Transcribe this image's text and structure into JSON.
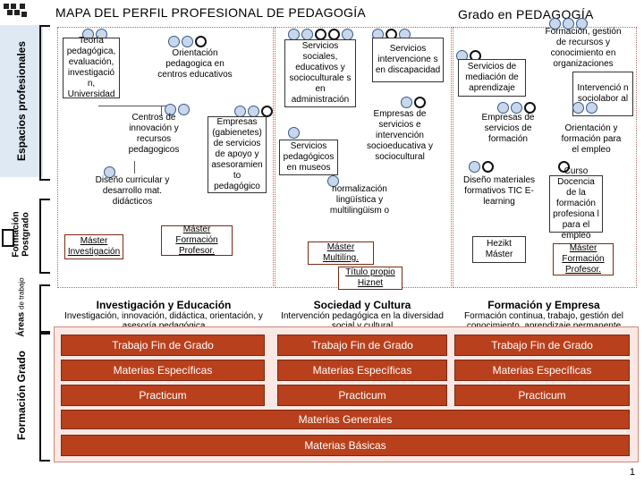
{
  "header": {
    "title": "MAPA DEL PERFIL PROFESIONAL DE PEDAGOGÍA",
    "grado_title": "Grado en PEDAGOGÍA"
  },
  "side_labels": {
    "espacios": "Espacios profesionales",
    "formacion_postgrado_1": "Formación",
    "formacion_postgrado_2": "Postgrado",
    "areas_1": "Áreas",
    "areas_2": "de trabajo",
    "formacion_grado": "Formación Grado"
  },
  "col1": {
    "teoria": "Teoría pedagógica, evaluación, investigació n, Universidad",
    "orientacion": "Orientación pedagogica en centros educativos",
    "centros": "Centros de innovación y recursos pedagogicos",
    "empresas_gab": "Empresas (gabienetes) de servicios de apoyo y asesoramien to pedagógico",
    "diseno": "Diseño curricular y desarrollo mat. didácticos",
    "master_inv": "Máster Investigación",
    "master_prof": "Máster Formación Profesor."
  },
  "col2": {
    "servicios_soc": "Servicios sociales, educativos y socioculturale s en administración",
    "servicios_int": "Servicios intervencione s en discapacidad",
    "empresas_int": "Empresas de servicios e intervención socioeducativa y sociocultural",
    "servicios_ped": "Servicios pedagógicos en museos",
    "normalizacion": "normalización lingüística y multilingüism o",
    "master_multi": "Máster Multilíng.",
    "titulo_hiznet": "Título propio Hiznet"
  },
  "col3": {
    "mediacion": "Servicios de mediación de aprendizaje",
    "formacion_gestion": "Formación, gestión de recursos y conocimiento en organizaciones",
    "intervencion": "Intervenció n sociolabor al",
    "empresas_form": "Empresas de servicios de formación",
    "orientacion_empleo": "Orientación y formación para el empleo",
    "diseno_tic": "Diseño materiales formativos TIC E-learning",
    "curso_docencia": "Curso Docencia de la formación profesiona l para el empleo",
    "hezikt": "Hezikt Máster",
    "master_prof": "Máster Formación Profesor."
  },
  "areas": [
    {
      "head": "Investigación y Educación",
      "sub": "Investigación, innovación, didáctica, orientación, y asesoría pedagógica"
    },
    {
      "head": "Sociedad y Cultura",
      "sub": "Intervención pedagógica en la diversidad social y cultural"
    },
    {
      "head": "Formación y Empresa",
      "sub": "Formación continua, trabajo, gestión del conocimiento, aprendizaje permanente"
    }
  ],
  "grado_rows": {
    "tfg": "Trabajo Fin de Grado",
    "especificas": "Materias Específicas",
    "practicum": "Practicum",
    "generales": "Materias Generales",
    "basicas": "Materias Básicas"
  },
  "page_number": "1",
  "colors": {
    "button": "#b8401c",
    "grado_band": "#fbe8e4",
    "side_band": "#dfe9f3"
  }
}
